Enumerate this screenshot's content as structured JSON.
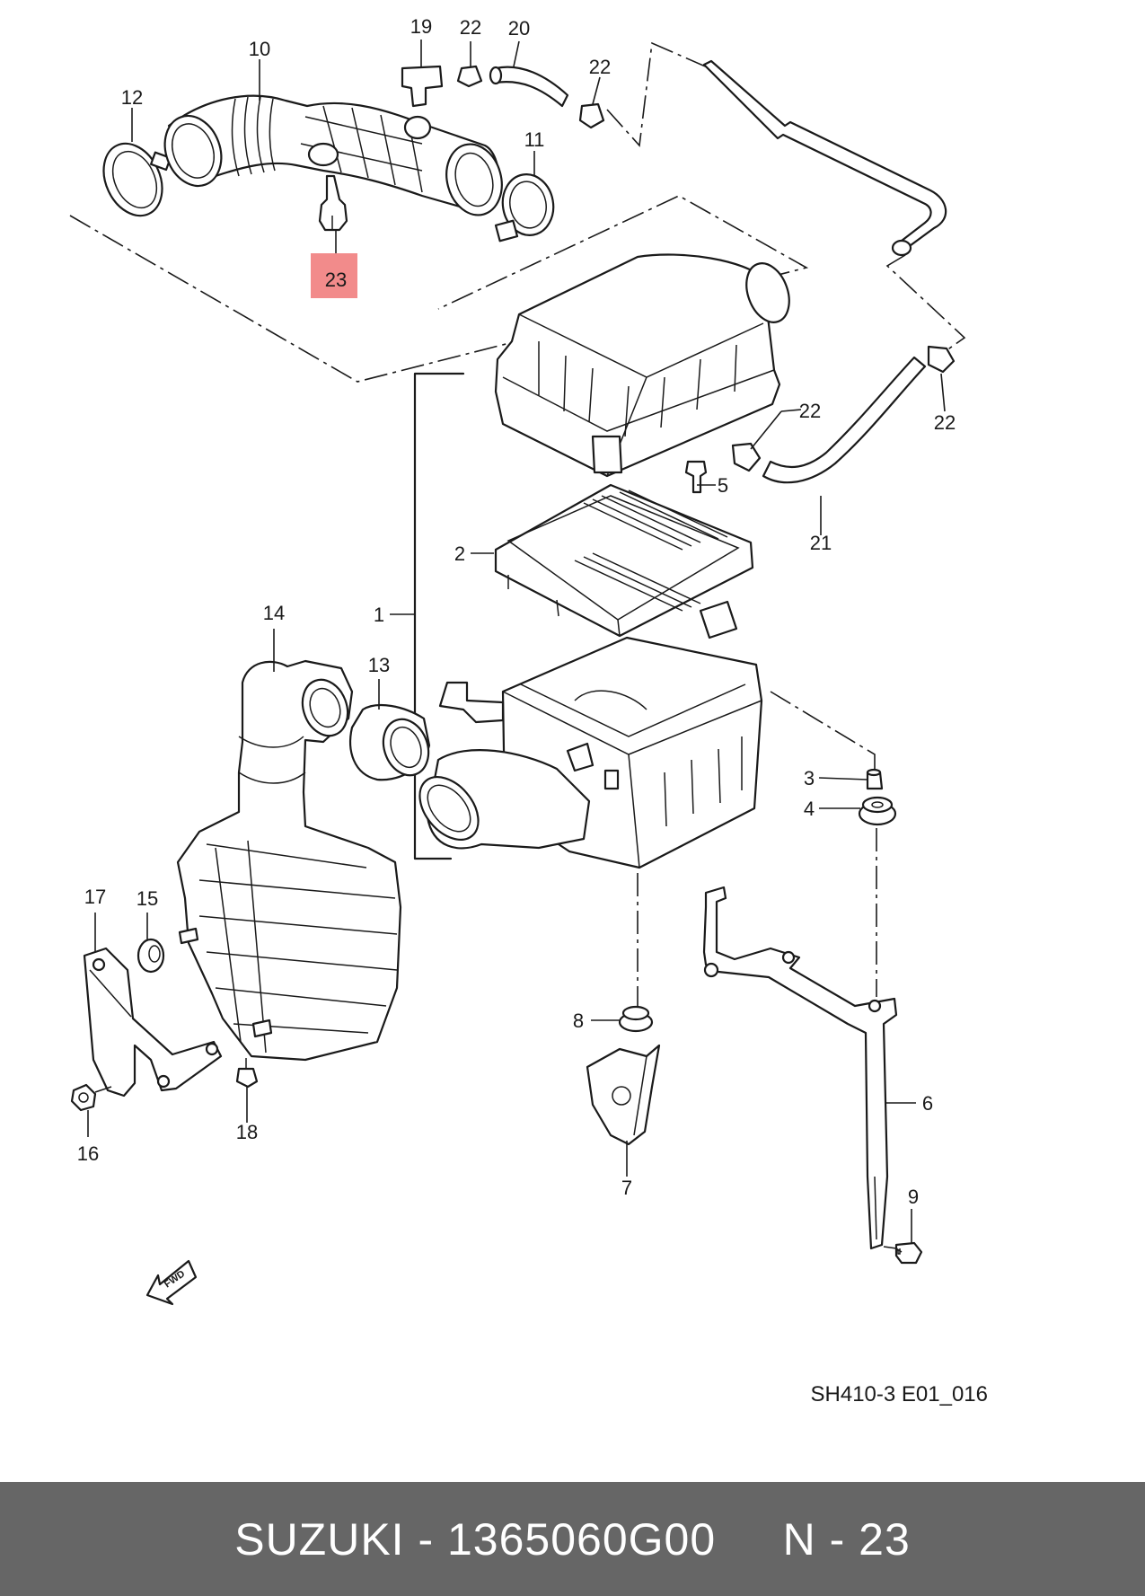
{
  "diagram": {
    "callouts": {
      "c1": "1",
      "c2": "2",
      "c3": "3",
      "c4": "4",
      "c5": "5",
      "c6": "6",
      "c7": "7",
      "c8": "8",
      "c9": "9",
      "c10": "10",
      "c11": "11",
      "c12": "12",
      "c13": "13",
      "c14": "14",
      "c15": "15",
      "c16": "16",
      "c17": "17",
      "c18": "18",
      "c19": "19",
      "c20": "20",
      "c21": "21",
      "c22a": "22",
      "c22b": "22",
      "c22c": "22",
      "c22d": "22",
      "c23": "23"
    },
    "highlighted_part": "23",
    "highlight_color": "#f28b8b",
    "fwd_label": "FWD",
    "drawing_ref": "SH410-3 E01_016"
  },
  "footer": {
    "text": "SUZUKI - 1365060G00     N - 23",
    "background": "#666666"
  }
}
